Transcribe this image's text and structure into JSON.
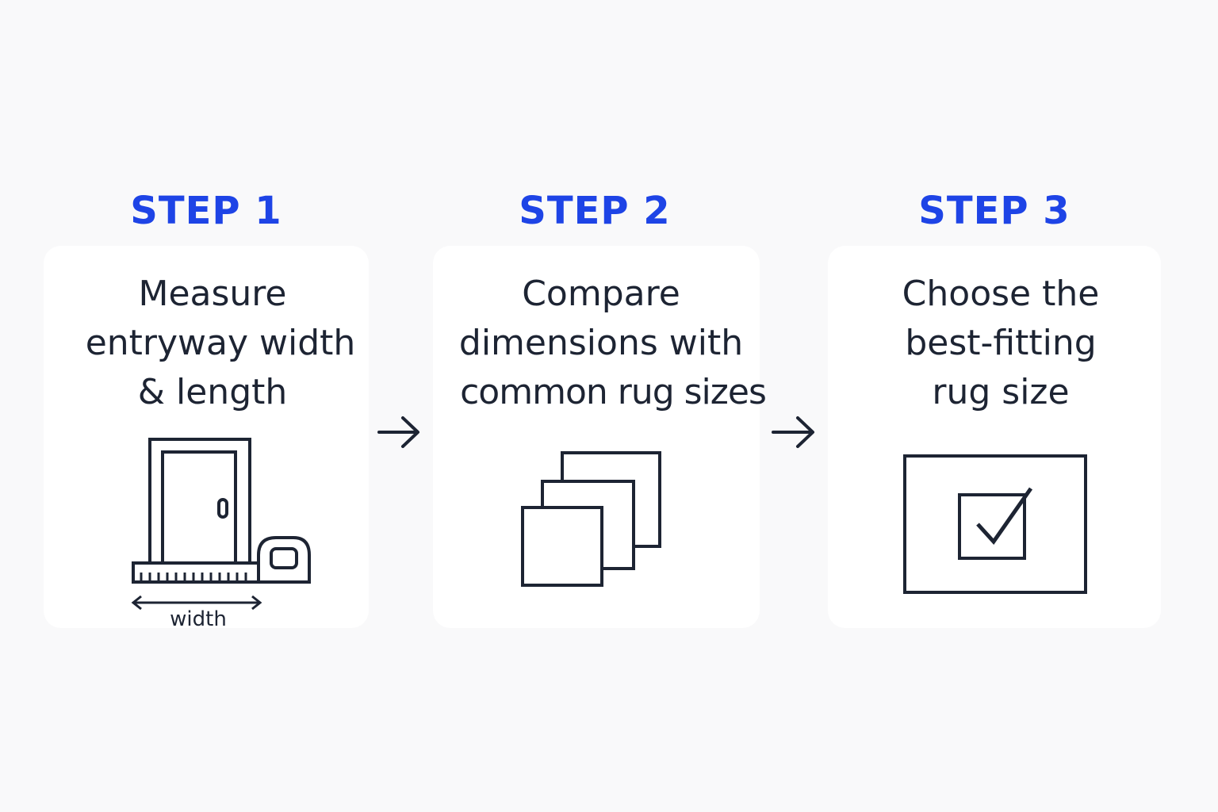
{
  "steps": [
    {
      "label": "STEP 1",
      "lines": [
        "Measure",
        "entryway width",
        "& length"
      ],
      "icon": "door-with-tape-measure-icon",
      "illustration_label": "width"
    },
    {
      "label": "STEP 2",
      "lines": [
        "Compare",
        "dimensions with",
        "common rug sizes"
      ],
      "icon": "stacked-squares-icon"
    },
    {
      "label": "STEP 3",
      "lines": [
        "Choose the",
        "best-fitting",
        "rug size"
      ],
      "icon": "checkbox-in-frame-icon"
    }
  ],
  "colors": {
    "accent": "#1e44e6",
    "ink": "#1d2433",
    "background": "#f9f9fa",
    "card": "#ffffff"
  }
}
